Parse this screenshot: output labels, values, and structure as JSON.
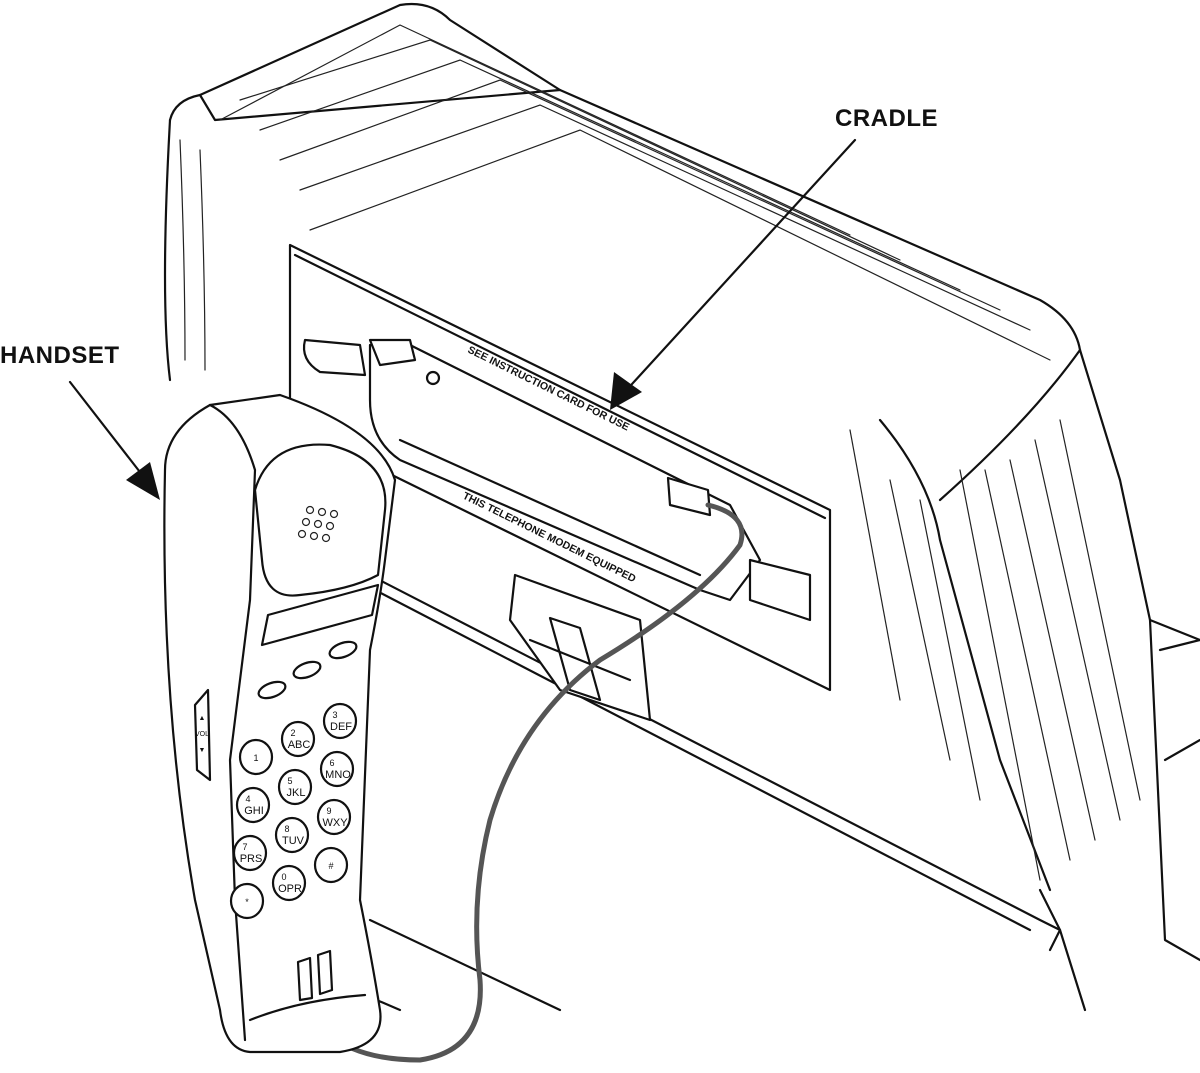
{
  "labels": {
    "handset": "HANDSET",
    "cradle": "CRADLE"
  },
  "panel": {
    "instruction": "SEE INSTRUCTION CARD FOR USE",
    "modem": "THIS TELEPHONE MODEM EQUIPPED"
  },
  "handset": {
    "volume_label": "VOL",
    "volume_up": "▲",
    "volume_down": "▼",
    "keys": [
      {
        "digit": "1",
        "letters": ""
      },
      {
        "digit": "2",
        "letters": "ABC"
      },
      {
        "digit": "3",
        "letters": "DEF"
      },
      {
        "digit": "4",
        "letters": "GHI"
      },
      {
        "digit": "5",
        "letters": "JKL"
      },
      {
        "digit": "6",
        "letters": "MNO"
      },
      {
        "digit": "7",
        "letters": "PRS"
      },
      {
        "digit": "8",
        "letters": "TUV"
      },
      {
        "digit": "9",
        "letters": "WXY"
      },
      {
        "digit": "*",
        "letters": ""
      },
      {
        "digit": "0",
        "letters": "OPR"
      },
      {
        "digit": "#",
        "letters": ""
      }
    ]
  },
  "colors": {
    "line": "#111111",
    "cord": "#555555",
    "background": "#ffffff"
  }
}
